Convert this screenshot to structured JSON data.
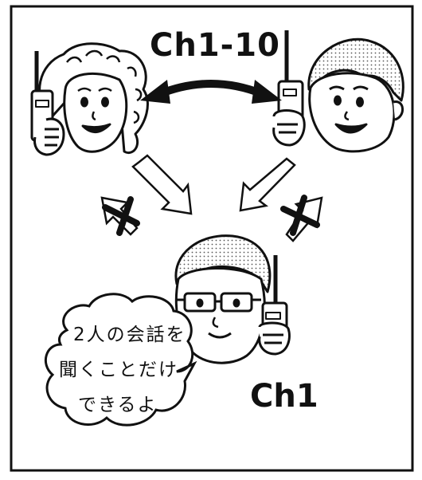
{
  "labels": {
    "top_channel": "Ch1-10",
    "bottom_channel": "Ch1"
  },
  "speech_bubble": {
    "lines": [
      "2人の会話を",
      "聞くことだけ",
      "できるよ"
    ]
  },
  "figures": {
    "left": "woman-with-walkie-talkie",
    "right": "man-with-walkie-talkie",
    "bottom": "glasses-man-with-walkie-talkie"
  },
  "colors": {
    "ink": "#111111",
    "paper": "#ffffff"
  }
}
